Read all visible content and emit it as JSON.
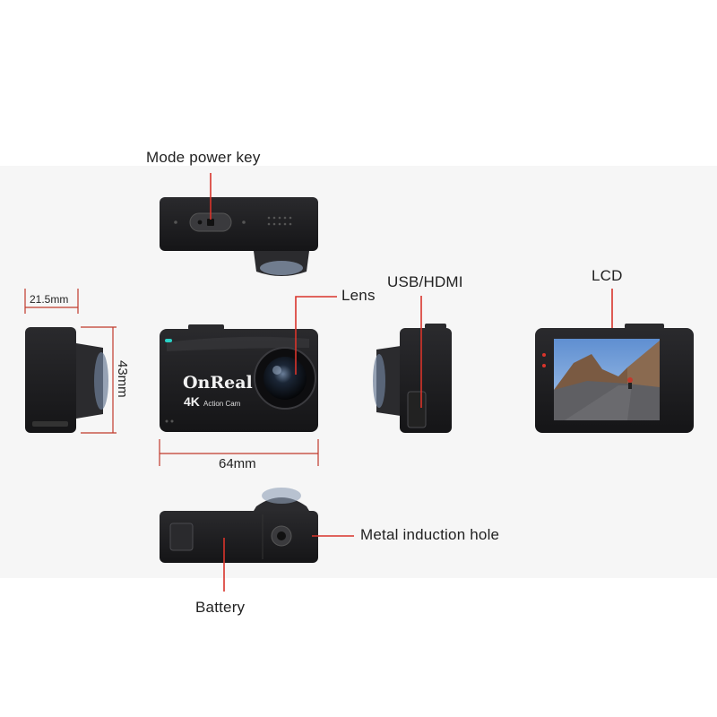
{
  "callouts": {
    "mode_power_key": "Mode power key",
    "lens": "Lens",
    "usb_hdmi": "USB/HDMI",
    "lcd": "LCD",
    "metal_induction_hole": "Metal induction hole",
    "battery": "Battery"
  },
  "dimensions": {
    "depth": "21.5mm",
    "height": "43mm",
    "width": "64mm"
  },
  "camera_branding": {
    "brand": "OnReal",
    "resolution": "4K",
    "model": "Action Cam"
  },
  "colors": {
    "callout_line": "#d9342b",
    "body": "#1c1c1e",
    "dimension_line": "#c0392b"
  }
}
